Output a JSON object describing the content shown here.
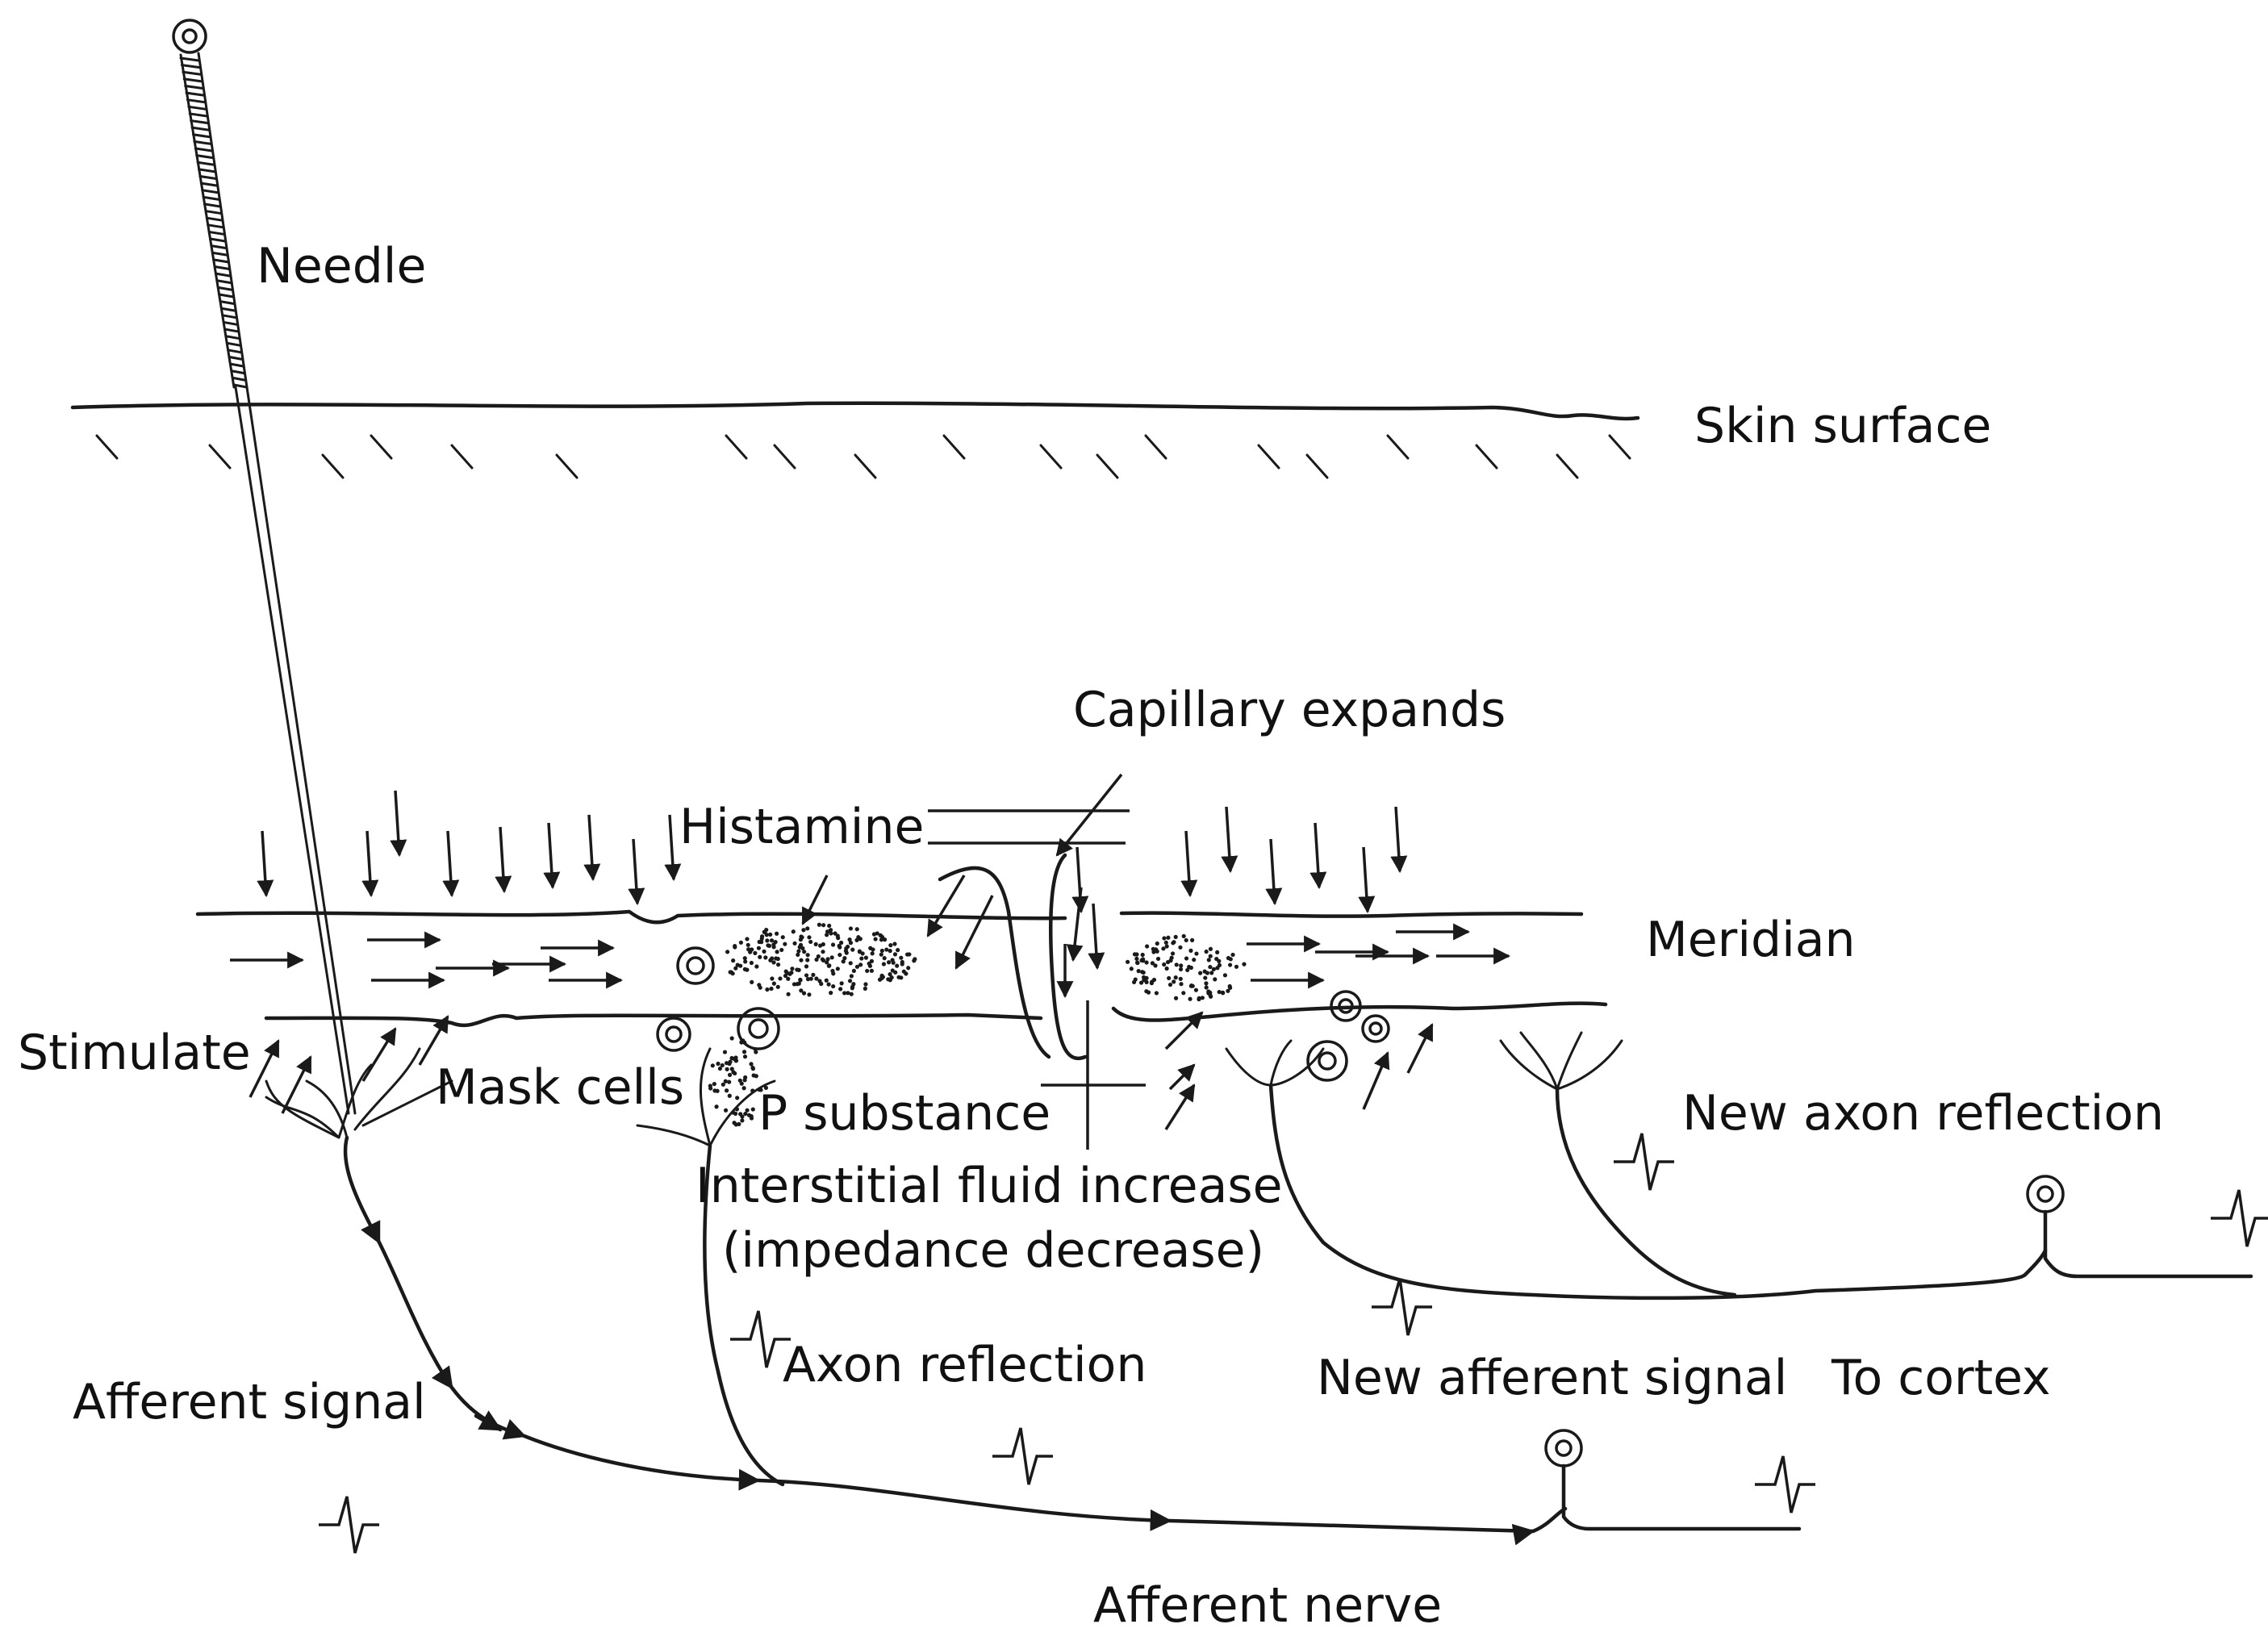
{
  "labels": {
    "needle": "Needle",
    "skin_surface": "Skin surface",
    "capillary_expands": "Capillary expands",
    "histamine": "Histamine",
    "meridian": "Meridian",
    "stimulate": "Stimulate",
    "mask_cells": "Mask cells",
    "p_substance": "P substance",
    "interstitial_fluid": "Interstitial fluid increase",
    "impedance": "(impedance decrease)",
    "new_axon_reflection": "New axon reflection",
    "axon_reflection": "Axon reflection",
    "afferent_signal": "Afferent signal",
    "new_afferent_signal": "New afferent signal",
    "to_cortex": "To cortex",
    "afferent_nerve": "Afferent nerve"
  },
  "colors": {
    "ink": "#1a1a1a",
    "background": "#ffffff"
  }
}
